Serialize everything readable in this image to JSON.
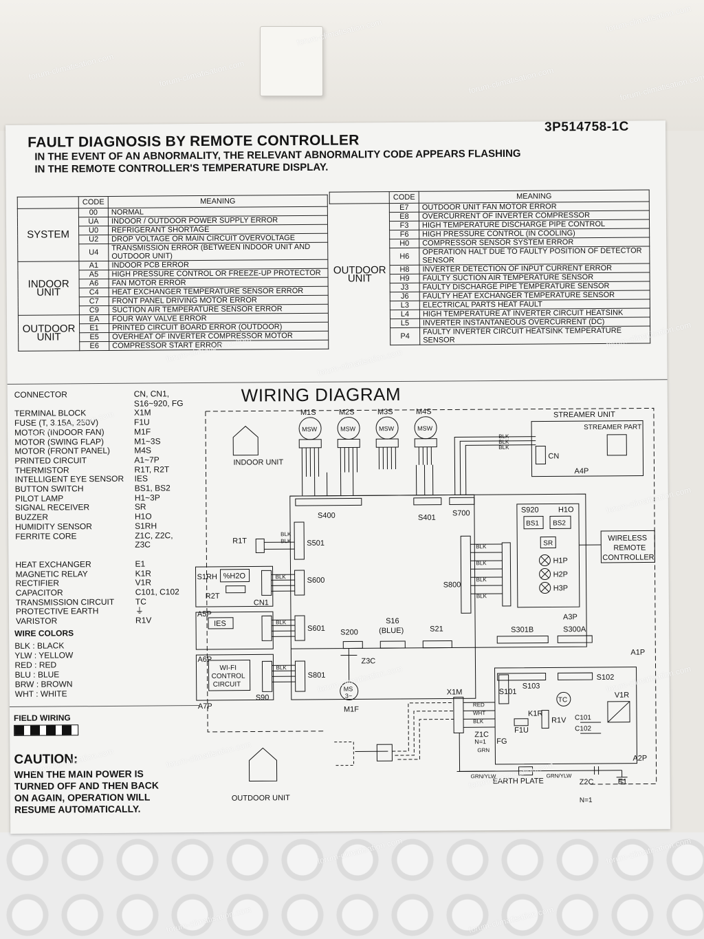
{
  "sheet_code": "3P514758-1C",
  "title": "FAULT DIAGNOSIS BY REMOTE CONTROLLER",
  "subtitle_lines": [
    "IN THE EVENT OF AN ABNORMALITY, THE RELEVANT ABNORMALITY CODE APPEARS FLASHING",
    "IN THE REMOTE CONTROLLER'S TEMPERATURE DISPLAY."
  ],
  "table_headers": {
    "code": "CODE",
    "meaning": "MEANING"
  },
  "fault_left": [
    {
      "group": "SYSTEM",
      "rows": [
        {
          "code": "00",
          "meaning": "NORMAL"
        },
        {
          "code": "UA",
          "meaning": "INDOOR / OUTDOOR POWER SUPPLY ERROR"
        },
        {
          "code": "U0",
          "meaning": "REFRIGERANT SHORTAGE"
        },
        {
          "code": "U2",
          "meaning": "DROP VOLTAGE OR MAIN CIRCUIT OVERVOLTAGE"
        },
        {
          "code": "U4",
          "meaning": "TRANSMISSION ERROR (BETWEEN INDOOR UNIT AND OUTDOOR UNIT)"
        }
      ]
    },
    {
      "group": "INDOOR UNIT",
      "rows": [
        {
          "code": "A1",
          "meaning": "INDOOR PCB ERROR"
        },
        {
          "code": "A5",
          "meaning": "HIGH PRESSURE CONTROL OR FREEZE-UP PROTECTOR"
        },
        {
          "code": "A6",
          "meaning": "FAN MOTOR ERROR"
        },
        {
          "code": "C4",
          "meaning": "HEAT EXCHANGER TEMPERATURE SENSOR ERROR"
        },
        {
          "code": "C7",
          "meaning": "FRONT PANEL DRIVING MOTOR ERROR"
        },
        {
          "code": "C9",
          "meaning": "SUCTION AIR TEMPERATURE SENSOR ERROR"
        }
      ]
    },
    {
      "group": "OUTDOOR UNIT",
      "rows": [
        {
          "code": "EA",
          "meaning": "FOUR WAY VALVE ERROR"
        },
        {
          "code": "E1",
          "meaning": "PRINTED CIRCUIT BOARD ERROR (OUTDOOR)"
        },
        {
          "code": "E5",
          "meaning": "OVERHEAT OF INVERTER COMPRESSOR MOTOR"
        },
        {
          "code": "E6",
          "meaning": "COMPRESSOR START ERROR"
        }
      ]
    }
  ],
  "fault_right_group": "OUTDOOR UNIT",
  "fault_right": [
    {
      "code": "E7",
      "meaning": "OUTDOOR UNIT FAN MOTOR ERROR"
    },
    {
      "code": "E8",
      "meaning": "OVERCURRENT OF INVERTER COMPRESSOR"
    },
    {
      "code": "F3",
      "meaning": "HIGH TEMPERATURE DISCHARGE PIPE CONTROL"
    },
    {
      "code": "F6",
      "meaning": "HIGH PRESSURE CONTROL (IN COOLING)"
    },
    {
      "code": "H0",
      "meaning": "COMPRESSOR SENSOR SYSTEM ERROR"
    },
    {
      "code": "H6",
      "meaning": "OPERATION HALT DUE TO FAULTY POSITION OF DETECTOR SENSOR"
    },
    {
      "code": "H8",
      "meaning": "INVERTER DETECTION OF INPUT CURRENT ERROR"
    },
    {
      "code": "H9",
      "meaning": "FAULTY SUCTION AIR TEMPERATURE SENSOR"
    },
    {
      "code": "J3",
      "meaning": "FAULTY DISCHARGE PIPE TEMPERATURE SENSOR"
    },
    {
      "code": "J6",
      "meaning": "FAULTY HEAT EXCHANGER TEMPERATURE SENSOR"
    },
    {
      "code": "L3",
      "meaning": "ELECTRICAL PARTS HEAT FAULT"
    },
    {
      "code": "L4",
      "meaning": "HIGH TEMPERATURE AT INVERTER CIRCUIT HEATSINK"
    },
    {
      "code": "L5",
      "meaning": "INVERTER INSTANTANEOUS OVERCURRENT (DC)"
    },
    {
      "code": "P4",
      "meaning": "FAULTY INVERTER CIRCUIT HEATSINK TEMPERATURE SENSOR"
    }
  ],
  "legend": [
    {
      "name": "CONNECTOR",
      "value": "CN, CN1, S16~920, FG"
    },
    {
      "name": "TERMINAL BLOCK",
      "value": "X1M"
    },
    {
      "name": "FUSE (T, 3.15A, 250V)",
      "value": "F1U"
    },
    {
      "name": "MOTOR (INDOOR FAN)",
      "value": "M1F"
    },
    {
      "name": "MOTOR (SWING FLAP)",
      "value": "M1~3S"
    },
    {
      "name": "MOTOR (FRONT PANEL)",
      "value": "M4S"
    },
    {
      "name": "PRINTED CIRCUIT",
      "value": "A1~7P"
    },
    {
      "name": "THERMISTOR",
      "value": "R1T, R2T"
    },
    {
      "name": "INTELLIGENT EYE SENSOR",
      "value": "IES"
    },
    {
      "name": "BUTTON SWITCH",
      "value": "BS1, BS2"
    },
    {
      "name": "PILOT LAMP",
      "value": "H1~3P"
    },
    {
      "name": "SIGNAL RECEIVER",
      "value": "SR"
    },
    {
      "name": "BUZZER",
      "value": "H1O"
    },
    {
      "name": "HUMIDITY SENSOR",
      "value": "S1RH"
    },
    {
      "name": "FERRITE CORE",
      "value": "Z1C, Z2C, Z3C"
    },
    {
      "name": "HEAT EXCHANGER",
      "value": "E1"
    },
    {
      "name": "MAGNETIC RELAY",
      "value": "K1R"
    },
    {
      "name": "RECTIFIER",
      "value": "V1R"
    },
    {
      "name": "CAPACITOR",
      "value": "C101, C102"
    },
    {
      "name": "TRANSMISSION CIRCUIT",
      "value": "TC"
    },
    {
      "name": "PROTECTIVE EARTH",
      "value": "⏚"
    },
    {
      "name": "VARISTOR",
      "value": "R1V"
    }
  ],
  "wire_colors_title": "WIRE COLORS",
  "wire_colors": [
    "BLK : BLACK",
    "YLW : YELLOW",
    "RED : RED",
    "BLU : BLUE",
    "BRW : BROWN",
    "WHT : WHITE"
  ],
  "field_wiring": "FIELD WIRING",
  "caution_title": "CAUTION:",
  "caution_lines": [
    "WHEN THE MAIN POWER IS",
    "TURNED OFF AND THEN BACK",
    "ON AGAIN, OPERATION WILL",
    "RESUME AUTOMATICALLY."
  ],
  "wiring_title": "WIRING DIAGRAM",
  "diagram": {
    "indoor_unit": "INDOOR UNIT",
    "outdoor_unit": "OUTDOOR UNIT",
    "streamer_unit": "STREAMER UNIT",
    "streamer_part": "STREAMER PART",
    "wireless_remote": [
      "WIRELESS",
      "REMOTE",
      "CONTROLLER"
    ],
    "earth_plate": "EARTH PLATE",
    "motors": [
      "M1S",
      "M2S",
      "M3S",
      "M4S"
    ],
    "msw": "MSW",
    "boards": [
      "A4P",
      "A3P",
      "A1P",
      "A5P",
      "A6P",
      "A7P",
      "A2P"
    ],
    "connectors": [
      "S400",
      "S401",
      "S700",
      "S501",
      "S600",
      "S601",
      "S801",
      "S800",
      "S200",
      "S16",
      "(BLUE)",
      "S21",
      "S301B",
      "S300A",
      "S101",
      "S103",
      "S102",
      "S920",
      "S90",
      "CN",
      "CN1",
      "X1M",
      "FG"
    ],
    "parts": [
      "R1T",
      "R2T",
      "S1RH",
      "%H2O",
      "IES",
      "WI-FI",
      "CONTROL",
      "CIRCUIT",
      "BS1",
      "BS2",
      "SR",
      "H1P",
      "H2P",
      "H3P",
      "H1O",
      "M1F",
      "MS",
      "3~",
      "Z1C",
      "N=1",
      "Z2C",
      "Z3C",
      "K1R",
      "TC",
      "R1V",
      "F1U",
      "C101",
      "C102",
      "V1R",
      "E1"
    ],
    "wire_labels": [
      "BLK",
      "RED",
      "WHT",
      "GRN",
      "GRN/YLW"
    ]
  },
  "watermark": "forum-climatisation.com"
}
